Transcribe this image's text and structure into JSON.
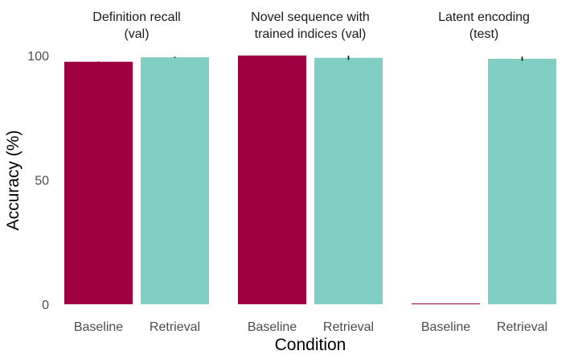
{
  "chart_data": {
    "type": "bar",
    "xlabel": "Condition",
    "ylabel": "Accuracy (%)",
    "ylim": [
      0,
      100
    ],
    "yticks": [
      0,
      50,
      100
    ],
    "grid": false,
    "legend": "none",
    "colors": {
      "Baseline": "#9e0040",
      "Retrieval": "#81cfc2"
    },
    "panels": [
      {
        "title_lines": [
          "Definition recall",
          "(val)"
        ],
        "categories": [
          "Baseline",
          "Retrieval"
        ],
        "values": [
          97.5,
          99.3
        ],
        "errors": [
          0.1,
          0.2
        ]
      },
      {
        "title_lines": [
          "Novel sequence with",
          "trained indices (val)"
        ],
        "categories": [
          "Baseline",
          "Retrieval"
        ],
        "values": [
          100,
          99.1
        ],
        "errors": [
          0,
          0.8
        ]
      },
      {
        "title_lines": [
          "Latent encoding",
          "(test)"
        ],
        "categories": [
          "Baseline",
          "Retrieval"
        ],
        "values": [
          0.3,
          98.7
        ],
        "errors": [
          0,
          0.8
        ]
      }
    ]
  }
}
